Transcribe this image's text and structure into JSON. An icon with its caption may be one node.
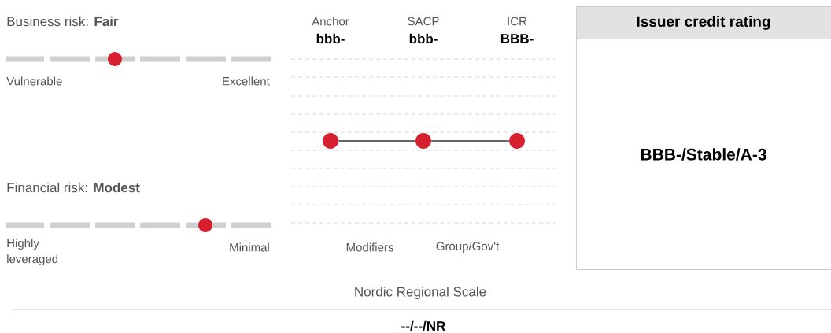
{
  "diagram": {
    "nodes": [
      {
        "text": [
          "Issuer credit rating",
          "BBB-/Stable/A-3"
        ]
      },
      {
        "text": [],
        "shape": "circle"
      },
      {
        "text": [],
        "shape": "circle"
      },
      {
        "text": [],
        "shape": "circle"
      },
      {
        "text": [],
        "shape": "circle"
      },
      {
        "text": [],
        "shape": "circle"
      }
    ],
    "edges": [
      {
        "from": 1,
        "to": 2,
        "arrow": "none"
      },
      {
        "from": 2,
        "to": 3,
        "arrow": "none"
      }
    ],
    "labels": [
      "Business risk:  **Fair**",
      "Vulnerable",
      "Excellent",
      "Financial risk:  **Modest**",
      "Highly leveraged",
      "Minimal",
      "Anchor",
      "bbb-",
      "SACP",
      "bbb-",
      "ICR",
      "BBB-",
      "Modifiers",
      "Group/Gov't",
      "Nordic Regional Scale",
      "--/--/NR"
    ]
  }
}
